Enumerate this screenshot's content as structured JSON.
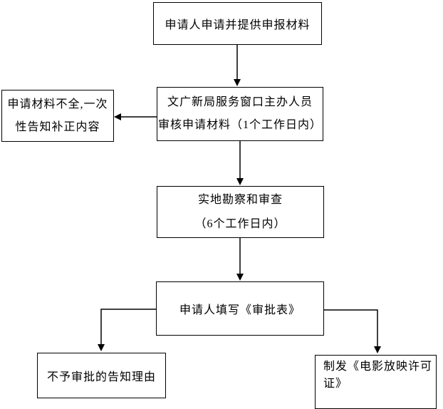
{
  "flowchart": {
    "description": "电影放映许可审批流程图",
    "colors": {
      "background": "#ffffff",
      "border": "#000000",
      "text": "#000000",
      "arrow": "#000000"
    },
    "nodes": {
      "apply": {
        "id": "apply",
        "lines": [
          "申请人申请并提供申报材料"
        ]
      },
      "review": {
        "id": "review",
        "lines": [
          "文广新局服务窗口主办人员",
          "审核申请材料（1个工作日内）"
        ]
      },
      "incomplete": {
        "id": "incomplete",
        "lines": [
          "申请材料不全,一次",
          "性告知补正内容"
        ]
      },
      "survey": {
        "id": "survey",
        "lines": [
          "实地勘察和审查",
          "（6个工作日内）"
        ]
      },
      "fill_form": {
        "id": "fill_form",
        "lines": [
          "申请人填写《审批表》"
        ]
      },
      "reject": {
        "id": "reject",
        "lines": [
          "不予审批的告知理由"
        ]
      },
      "issue": {
        "id": "issue",
        "lines": [
          "制发《电影放映许可证》"
        ]
      }
    },
    "edges": [
      {
        "from": "apply",
        "to": "review",
        "direction": "down"
      },
      {
        "from": "review",
        "to": "incomplete",
        "direction": "left"
      },
      {
        "from": "review",
        "to": "survey",
        "direction": "down"
      },
      {
        "from": "survey",
        "to": "fill_form",
        "direction": "down"
      },
      {
        "from": "fill_form",
        "to": "reject",
        "direction": "left-down"
      },
      {
        "from": "fill_form",
        "to": "issue",
        "direction": "right-down"
      }
    ]
  }
}
